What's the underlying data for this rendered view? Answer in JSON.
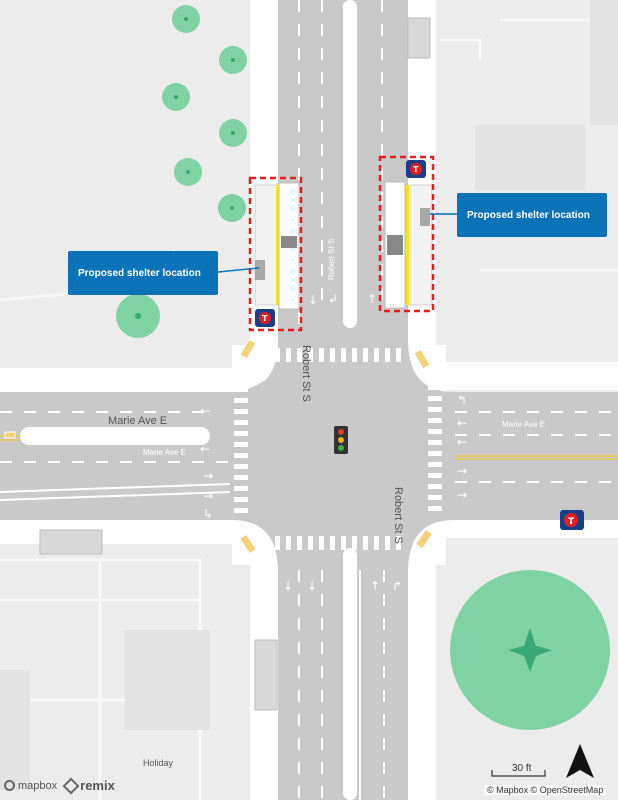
{
  "map": {
    "street_labels": {
      "robert_upper": "Robert St S",
      "robert_intersection_top": "Robert St S",
      "robert_intersection_right": "Robert St S",
      "robert_lower": "Robert St S",
      "marie_upper": "Marie Ave E",
      "marie_lower": "Marie Ave E"
    },
    "poi_label": "Holiday",
    "callouts": {
      "left": "Proposed shelter location",
      "right": "Proposed shelter location"
    },
    "scale_label": "30 ft",
    "attribution": "© Mapbox © OpenStreetMap",
    "logos": {
      "mapbox": "mapbox",
      "remix": "remix"
    },
    "transit_stop_icon": "metro-transit-icon",
    "north_arrow_icon": "north-arrow-icon",
    "traffic_signal_icon": "traffic-signal-icon",
    "colors": {
      "callout": "#0a73b8",
      "highlight_dash": "#e02020",
      "platform_yellow": "#ffe600",
      "road": "#c9c9c9",
      "tree": "#7fd2a2",
      "grass": "#c9eaa9"
    }
  }
}
